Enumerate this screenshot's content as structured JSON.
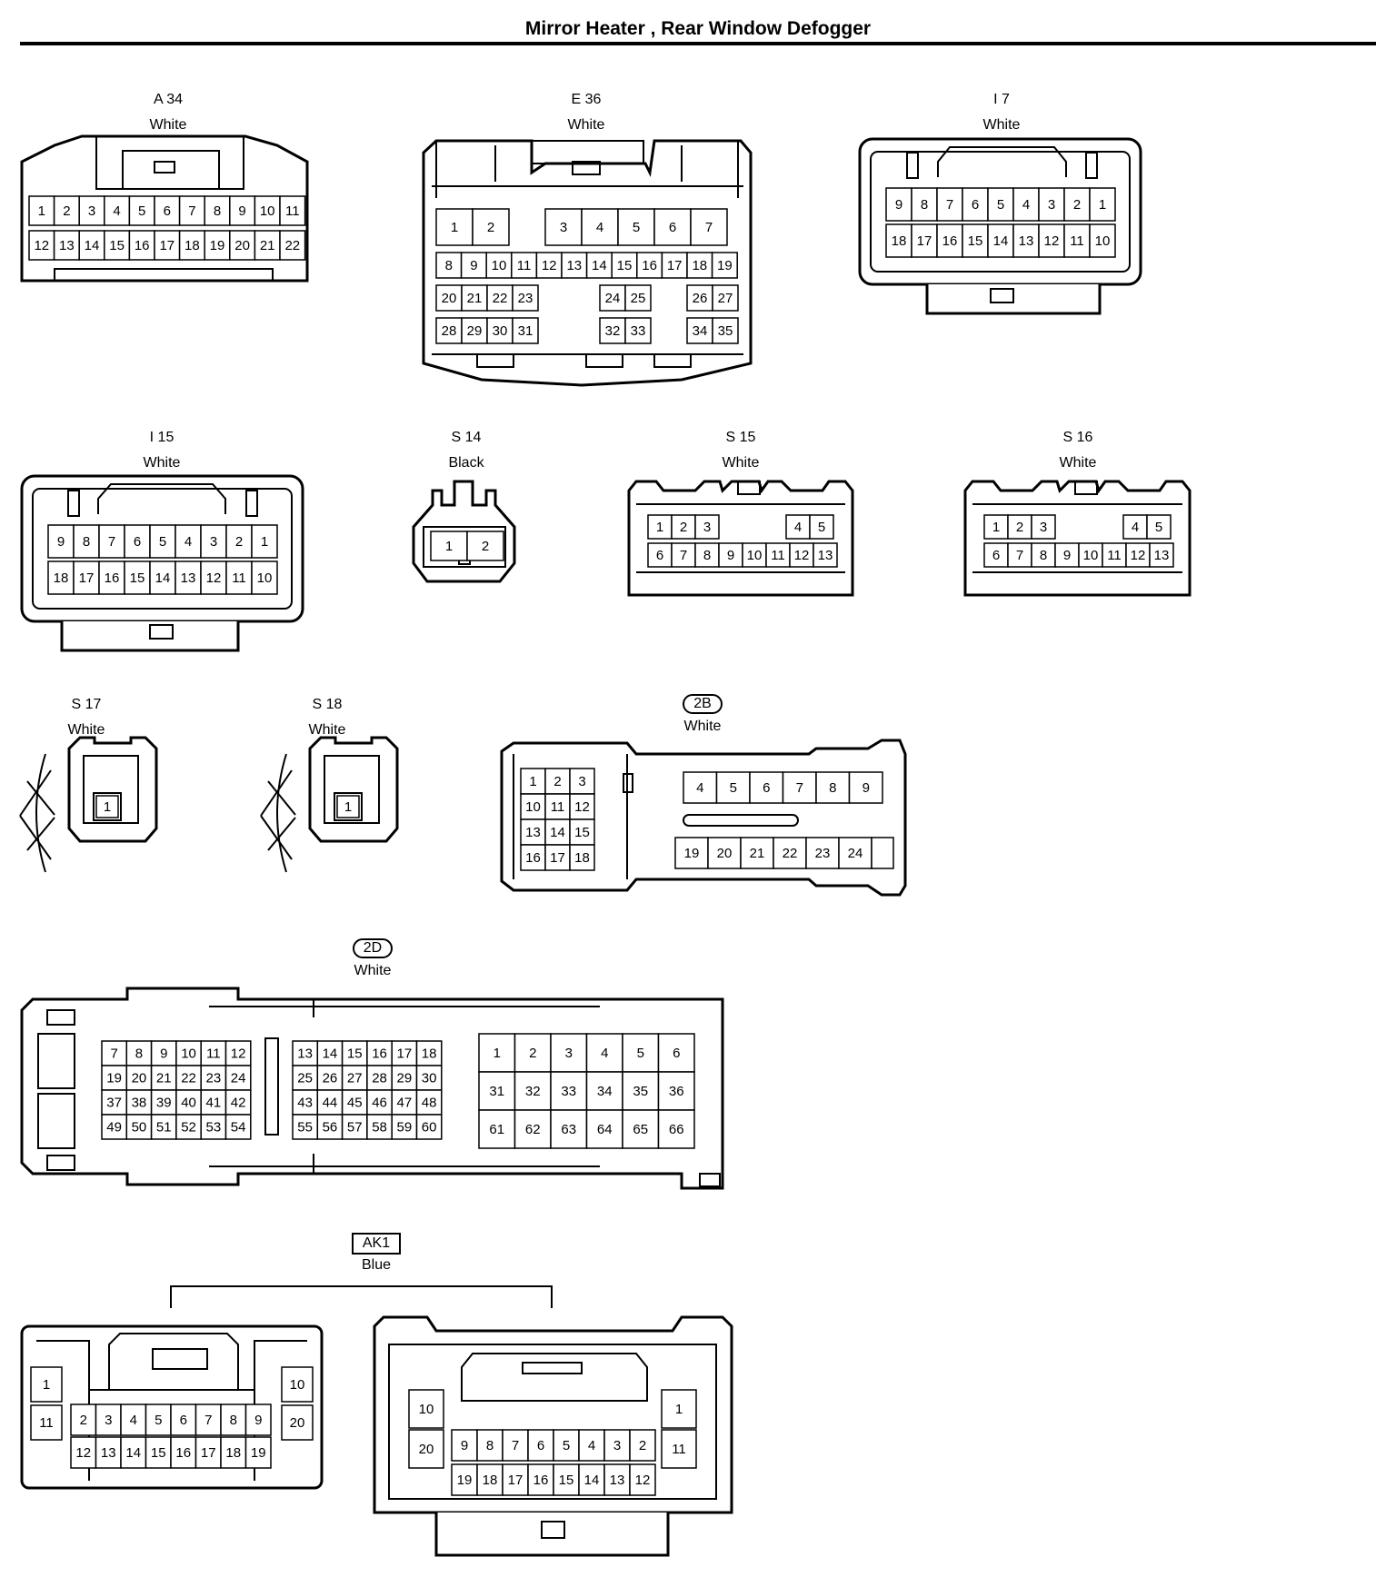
{
  "title": "Mirror Heater , Rear Window Defogger",
  "connectors": [
    {
      "id": "A 34",
      "color": "White",
      "rows": [
        [
          "1",
          "2",
          "3",
          "4",
          "5",
          "6",
          "7",
          "8",
          "9",
          "10",
          "11"
        ],
        [
          "12",
          "13",
          "14",
          "15",
          "16",
          "17",
          "18",
          "19",
          "20",
          "21",
          "22"
        ]
      ]
    },
    {
      "id": "E 36",
      "color": "White",
      "rows": [
        [
          "1",
          "2",
          "3",
          "4",
          "5",
          "6",
          "7"
        ],
        [
          "8",
          "9",
          "10",
          "11",
          "12",
          "13",
          "14",
          "15",
          "16",
          "17",
          "18",
          "19"
        ],
        [
          "20",
          "21",
          "22",
          "23",
          "24",
          "25",
          "26",
          "27"
        ],
        [
          "28",
          "29",
          "30",
          "31",
          "32",
          "33",
          "34",
          "35"
        ]
      ]
    },
    {
      "id": "I 7",
      "color": "White",
      "rows": [
        [
          "9",
          "8",
          "7",
          "6",
          "5",
          "4",
          "3",
          "2",
          "1"
        ],
        [
          "18",
          "17",
          "16",
          "15",
          "14",
          "13",
          "12",
          "11",
          "10"
        ]
      ]
    },
    {
      "id": "I 15",
      "color": "White",
      "rows": [
        [
          "9",
          "8",
          "7",
          "6",
          "5",
          "4",
          "3",
          "2",
          "1"
        ],
        [
          "18",
          "17",
          "16",
          "15",
          "14",
          "13",
          "12",
          "11",
          "10"
        ]
      ]
    },
    {
      "id": "S 14",
      "color": "Black",
      "rows": [
        [
          "1",
          "2"
        ]
      ]
    },
    {
      "id": "S 15",
      "color": "White",
      "rows": [
        [
          "1",
          "2",
          "3",
          "4",
          "5"
        ],
        [
          "6",
          "7",
          "8",
          "9",
          "10",
          "11",
          "12",
          "13"
        ]
      ]
    },
    {
      "id": "S 16",
      "color": "White",
      "rows": [
        [
          "1",
          "2",
          "3",
          "4",
          "5"
        ],
        [
          "6",
          "7",
          "8",
          "9",
          "10",
          "11",
          "12",
          "13"
        ]
      ]
    },
    {
      "id": "S 17",
      "color": "White",
      "rows": [
        [
          "1"
        ]
      ]
    },
    {
      "id": "S 18",
      "color": "White",
      "rows": [
        [
          "1"
        ]
      ]
    },
    {
      "id": "2B",
      "color": "White",
      "rows": [
        [
          "1",
          "2",
          "3"
        ],
        [
          "10",
          "11",
          "12"
        ],
        [
          "13",
          "14",
          "15"
        ],
        [
          "16",
          "17",
          "18"
        ],
        [
          "4",
          "5",
          "6",
          "7",
          "8",
          "9"
        ],
        [
          "19",
          "20",
          "21",
          "22",
          "23",
          "24"
        ]
      ]
    },
    {
      "id": "2D",
      "color": "White",
      "rows": [
        [
          "7",
          "8",
          "9",
          "10",
          "11",
          "12"
        ],
        [
          "19",
          "20",
          "21",
          "22",
          "23",
          "24"
        ],
        [
          "37",
          "38",
          "39",
          "40",
          "41",
          "42"
        ],
        [
          "49",
          "50",
          "51",
          "52",
          "53",
          "54"
        ],
        [
          "13",
          "14",
          "15",
          "16",
          "17",
          "18"
        ],
        [
          "25",
          "26",
          "27",
          "28",
          "29",
          "30"
        ],
        [
          "43",
          "44",
          "45",
          "46",
          "47",
          "48"
        ],
        [
          "55",
          "56",
          "57",
          "58",
          "59",
          "60"
        ],
        [
          "1",
          "2",
          "3",
          "4",
          "5",
          "6"
        ],
        [
          "31",
          "32",
          "33",
          "34",
          "35",
          "36"
        ],
        [
          "61",
          "62",
          "63",
          "64",
          "65",
          "66"
        ]
      ]
    },
    {
      "id": "AK1",
      "color": "Blue",
      "left_rows": [
        [
          "1",
          "10"
        ],
        [
          "11",
          "20"
        ],
        [
          "2",
          "3",
          "4",
          "5",
          "6",
          "7",
          "8",
          "9"
        ],
        [
          "12",
          "13",
          "14",
          "15",
          "16",
          "17",
          "18",
          "19"
        ]
      ],
      "right_rows": [
        [
          "10",
          "1"
        ],
        [
          "20",
          "11"
        ],
        [
          "9",
          "8",
          "7",
          "6",
          "5",
          "4",
          "3",
          "2"
        ],
        [
          "19",
          "18",
          "17",
          "16",
          "15",
          "14",
          "13",
          "12"
        ]
      ]
    }
  ]
}
